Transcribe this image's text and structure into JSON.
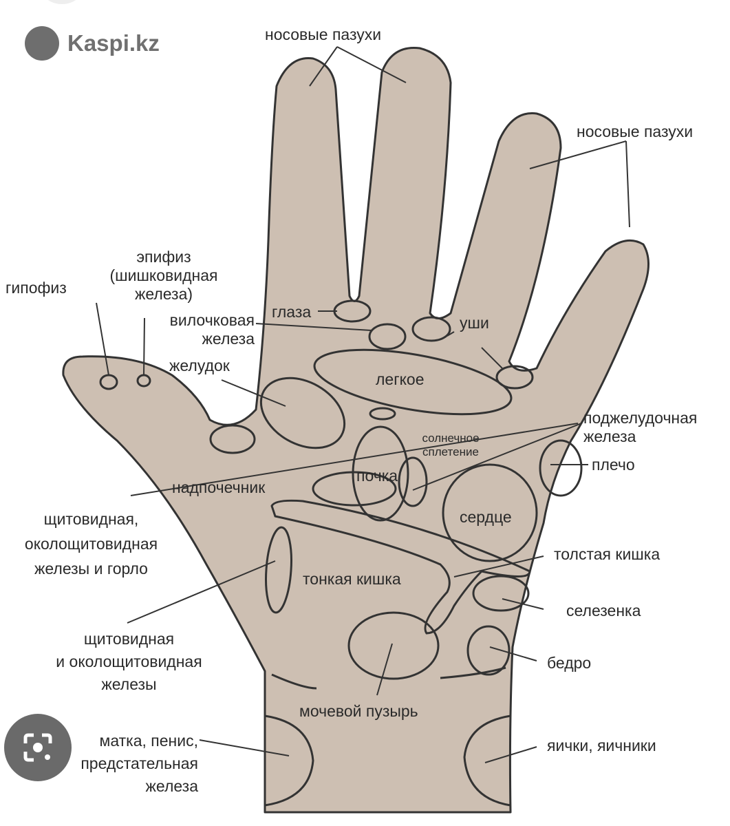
{
  "brand": {
    "name": "Kaspi.kz",
    "icon": "family-logo-icon"
  },
  "overlay": {
    "icon": "google-lens-icon"
  },
  "colors": {
    "hand_fill": "#cdbfb2",
    "outline": "#333333",
    "text": "#2a2a2a"
  },
  "labels": {
    "sinuses_1": "носовые пазухи",
    "sinuses_2": "носовые пазухи",
    "epiphysis": "эпифиз",
    "epiphysis_2": "(шишковидная",
    "epiphysis_3": "железа)",
    "hypophysis": "гипофиз",
    "eyes": "глаза",
    "thymus_1": "вилочковая",
    "thymus_2": "железа",
    "ears": "уши",
    "stomach": "желудок",
    "lung": "легкое",
    "pancreas_1": "поджелудочная",
    "pancreas_2": "железа",
    "solar_1": "солнечное",
    "solar_2": "сплетение",
    "shoulder": "плечо",
    "kidney": "почка",
    "adrenal": "надпочечник",
    "heart": "сердце",
    "thyroid_throat_1": "щитовидная,",
    "thyroid_throat_2": "околощитовидная",
    "thyroid_throat_3": "железы и горло",
    "colon": "толстая кишка",
    "small_int": "тонкая кишка",
    "spleen": "селезенка",
    "thyroid_1": "щитовидная",
    "thyroid_2": "и околощитовидная",
    "thyroid_3": "железы",
    "hip": "бедро",
    "bladder": "мочевой пузырь",
    "uterus_1": "матка, пенис,",
    "uterus_2": "предстательная",
    "uterus_3": "железа",
    "testes": "яички, яичники"
  }
}
